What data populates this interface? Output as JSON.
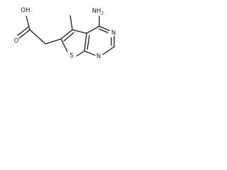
{
  "molecule": {
    "atoms": {
      "oh": "OH",
      "o_carbonyl": "O",
      "s": "S",
      "nh2": "NH",
      "nh2_sub": "2",
      "n_upper": "N",
      "n_lower": "N"
    }
  }
}
